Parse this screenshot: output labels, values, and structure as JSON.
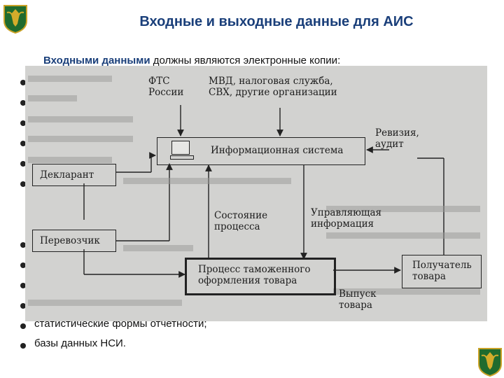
{
  "slide": {
    "title": "Входные и выходные данные для АИС",
    "intro_bold": "Входными данными",
    "intro_rest": " должны являются электронные копии:"
  },
  "visible_bullets": [
    "статистические формы отчетности;",
    "базы данных НСИ."
  ],
  "diagram": {
    "fts": "ФТС\nРоссии",
    "mvd": "МВД, налоговая служба,\nСВХ, другие организации",
    "revision": "Ревизия,\nаудит",
    "info_system": "Информационная система",
    "declarant": "Декларант",
    "carrier": "Перевозчик",
    "process_state": "Состояние\nпроцесса",
    "control_info": "Управляющая\nинформация",
    "customs_process": "Процесс таможенного\nоформления товара",
    "recipient": "Получатель\nтовара",
    "release": "Выпуск\nтовара"
  },
  "icons": [
    "emblem-icon",
    "computer-icon"
  ],
  "colors": {
    "title": "#1a3f7a",
    "photo_bg": "#d2d2d0"
  }
}
